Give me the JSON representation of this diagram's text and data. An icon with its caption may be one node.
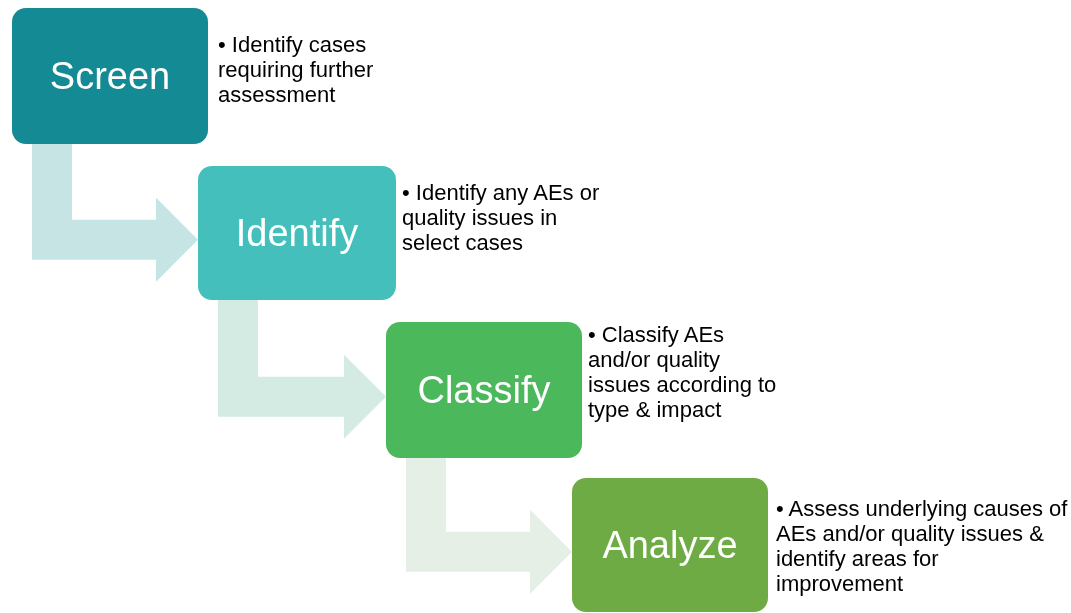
{
  "diagram": {
    "nodes": [
      {
        "text": [
          "Screen"
        ],
        "beside": [
          "• Identify cases requiring further assessment"
        ]
      },
      {
        "text": [
          "Identify"
        ],
        "beside": [
          "• Identify any AEs or quality issues in select cases"
        ]
      },
      {
        "text": [
          "Classify"
        ],
        "beside": [
          "• Classify AEs and/or quality issues according to type & impact"
        ]
      },
      {
        "text": [
          "Analyze"
        ],
        "beside": [
          "• Assess underlying causes of AEs and/or quality issues & identify areas for improvement"
        ]
      }
    ],
    "edges": [
      {
        "from": 0,
        "to": 1,
        "arrow": "to",
        "color": "#c6e4e4"
      },
      {
        "from": 1,
        "to": 2,
        "arrow": "to",
        "color": "#d4ebe3"
      },
      {
        "from": 2,
        "to": 3,
        "arrow": "to",
        "color": "#e6efe6"
      }
    ]
  }
}
